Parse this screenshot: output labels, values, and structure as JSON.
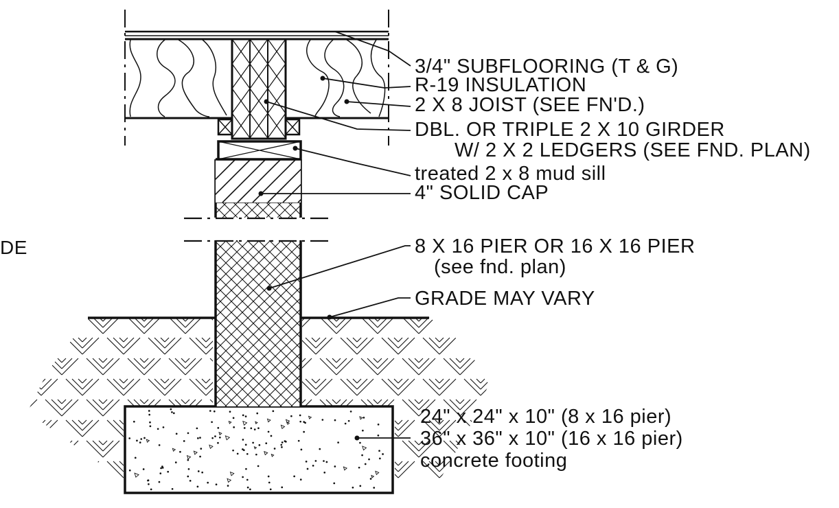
{
  "colors": {
    "ink": "#111111",
    "background": "#ffffff"
  },
  "edge_text": "DE",
  "callouts": [
    {
      "id": "subflooring",
      "text": "3/4\" SUBFLOORING (T & G)"
    },
    {
      "id": "insulation",
      "text": "R-19 INSULATION"
    },
    {
      "id": "joist",
      "text": "2 X 8 JOIST (SEE FN'D.)"
    },
    {
      "id": "girder",
      "text": "DBL. OR TRIPLE 2 X 10 GIRDER"
    },
    {
      "id": "ledgers",
      "text": "W/ 2 X 2 LEDGERS (SEE FND. PLAN)"
    },
    {
      "id": "mud-sill",
      "text": "treated 2 x 8 mud sill"
    },
    {
      "id": "solid-cap",
      "text": "4\" SOLID CAP"
    },
    {
      "id": "pier",
      "text": "8 X 16 PIER OR 16 X 16 PIER"
    },
    {
      "id": "pier-note",
      "text": "(see fnd. plan)"
    },
    {
      "id": "grade",
      "text": "GRADE MAY VARY"
    },
    {
      "id": "footing-small",
      "text": "24\" x 24\" x 10\" (8 x 16 pier)"
    },
    {
      "id": "footing-large",
      "text": "36\" x 36\" x 10\" (16 x 16 pier)"
    },
    {
      "id": "footing",
      "text": "concrete footing"
    }
  ]
}
